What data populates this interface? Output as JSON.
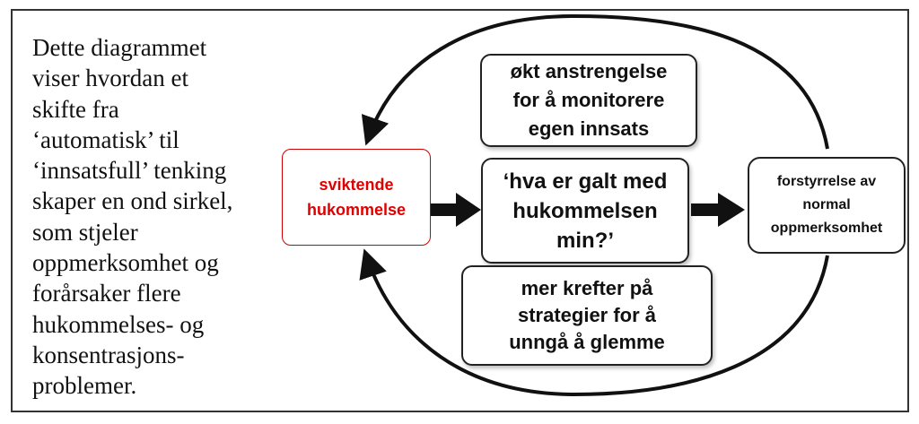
{
  "description": "Dette diagrammet\nviser hvordan et\nskifte fra\n‘automatisk’ til\n‘innsatsfull’ tenking\nskaper en ond sirkel,\nsom stjeler\noppmerksomhet og\nforårsaker flere\nhukommelses- og\nkonsentrasjons-\nproblemer.",
  "diagram": {
    "failing_memory": "sviktende\nhukommelse",
    "central_question": "‘hva er galt med\nhukommelsen\nmin?’",
    "increased_effort": "økt anstrengelse\nfor å monitorere\negen innsats",
    "more_strategies": "mer krefter på\nstrategier for å\nunngå å glemme",
    "attention_disruption": "forstyrrelse av\nnormal\noppmerksomhet"
  },
  "colors": {
    "highlight_red": "#e00000",
    "ink": "#111111"
  }
}
